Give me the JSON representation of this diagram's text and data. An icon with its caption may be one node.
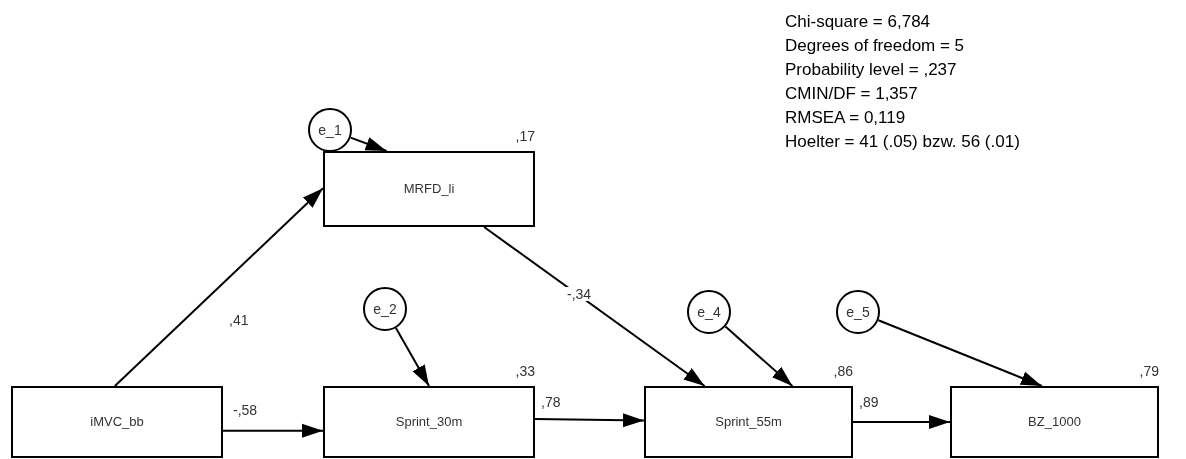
{
  "diagram": {
    "nodes": [
      {
        "text": [
          "e_1"
        ]
      },
      {
        "text": [
          "MRFD_li"
        ],
        "beside": [
          ",17"
        ]
      },
      {
        "text": [
          "e_2"
        ]
      },
      {
        "text": [
          "e_4"
        ]
      },
      {
        "text": [
          "e_5"
        ]
      },
      {
        "text": [
          "iMVC_bb"
        ]
      },
      {
        "text": [
          "Sprint_30m"
        ],
        "beside": [
          ",33"
        ]
      },
      {
        "text": [
          "Sprint_55m"
        ],
        "beside": [
          ",86"
        ]
      },
      {
        "text": [
          "BZ_1000"
        ],
        "beside": [
          ",79"
        ]
      }
    ],
    "edges": [
      {
        "from": 0,
        "to": 1,
        "arrow": "to"
      },
      {
        "from": 5,
        "to": 1,
        "arrow": "to",
        "label": ",41"
      },
      {
        "from": 1,
        "to": 7,
        "arrow": "to",
        "label": "-,34"
      },
      {
        "from": 2,
        "to": 6,
        "arrow": "to"
      },
      {
        "from": 3,
        "to": 7,
        "arrow": "to"
      },
      {
        "from": 4,
        "to": 8,
        "arrow": "to"
      },
      {
        "from": 5,
        "to": 6,
        "arrow": "to",
        "label": "-,58"
      },
      {
        "from": 6,
        "to": 7,
        "arrow": "to",
        "label": ",78"
      },
      {
        "from": 7,
        "to": 8,
        "arrow": "to",
        "label": ",89"
      }
    ],
    "labels": [
      "Chi-square = 6,784",
      "Degrees of freedom = 5",
      "Probability level = ,237",
      "CMIN/DF = 1,357",
      "RMSEA = 0,119",
      "Hoelter = 41 (.05) bzw. 56 (.01)"
    ]
  }
}
